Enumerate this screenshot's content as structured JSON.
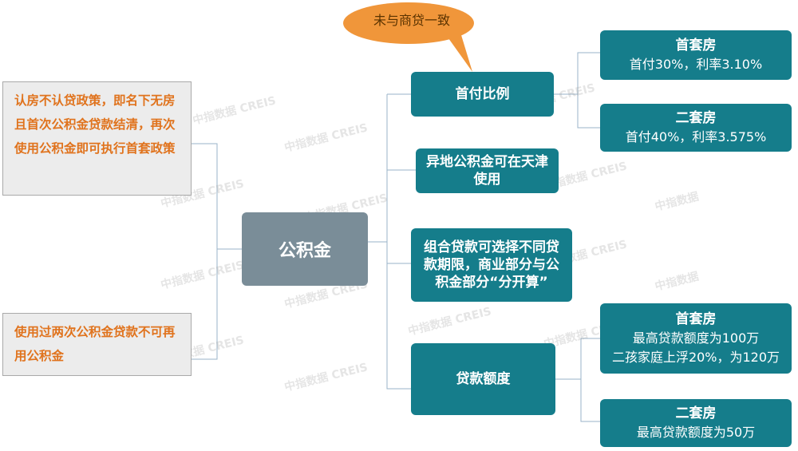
{
  "center": {
    "label": "公积金"
  },
  "bubble": {
    "text": "未与商贷一致",
    "color": "#f0963a"
  },
  "notes": [
    {
      "text": "认房不认贷政策，即名下无房且首次公积金贷款结清，再次使用公积金即可执行首套政策"
    },
    {
      "text": "使用过两次公积金贷款不可再用公积金"
    }
  ],
  "branches": [
    {
      "label": "首付比例"
    },
    {
      "label": "异地公积金可在天津使用"
    },
    {
      "label": "组合贷款可选择不同贷款期限，商业部分与公积金部分“分开算”"
    },
    {
      "label": "贷款额度"
    }
  ],
  "leaves": [
    {
      "title": "首套房",
      "lines": [
        "首付30%，利率3.10%"
      ]
    },
    {
      "title": "二套房",
      "lines": [
        "首付40%，利率3.575%"
      ]
    },
    {
      "title": "首套房",
      "lines": [
        "最高贷款额度为100万",
        "二孩家庭上浮20%，为120万"
      ]
    },
    {
      "title": "二套房",
      "lines": [
        "最高贷款额度为50万"
      ]
    }
  ],
  "watermark": {
    "text": "中指数据 CREIS",
    "short": "中指数据"
  },
  "colors": {
    "teal": "#157d8b",
    "center": "#7a8d98",
    "note_text": "#e0731d",
    "connector": "#9ab3c8"
  }
}
